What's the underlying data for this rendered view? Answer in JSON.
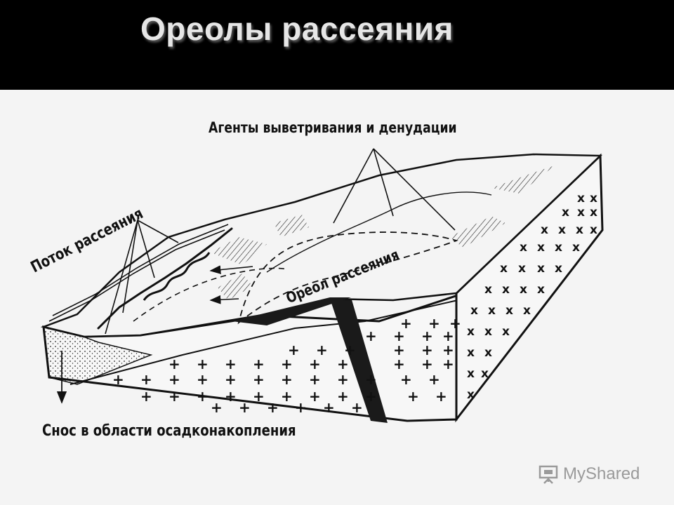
{
  "slide": {
    "title": "Ореолы рассеяния"
  },
  "diagram": {
    "labels": {
      "agents": "Агенты выветривания и денудации",
      "stream": "Поток рассеяния",
      "halo": "Ореол рассеяния",
      "drift": "Снос в области осадконакопления"
    },
    "symbols": {
      "front_face": "+",
      "side_face": "x"
    },
    "colors": {
      "ink": "#111111",
      "paper": "#f4f4f4",
      "vein": "#1a1a1a"
    }
  },
  "watermark": {
    "text": "MyShared"
  }
}
